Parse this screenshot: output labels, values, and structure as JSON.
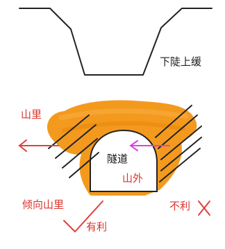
{
  "colors": {
    "outline": "#222222",
    "ground_mass": "#f39a1e",
    "red_text": "#d9342b",
    "red_arrow": "#e0403a",
    "magenta_arrow": "#e040e0",
    "hatch": "#222222",
    "tunnel_fill": "#ffffff"
  },
  "labels": {
    "slope_top": "下陡上缓",
    "mountain_inside": "山里",
    "tunnel": "隧道",
    "mountain_outside": "山外",
    "inclined_inside": "倾向山里",
    "favorable": "有利",
    "unfavorable": "不利"
  },
  "icons": {
    "check": "check-mark-icon",
    "cross": "cross-mark-icon",
    "left_arrow": "left-arrow-icon"
  }
}
